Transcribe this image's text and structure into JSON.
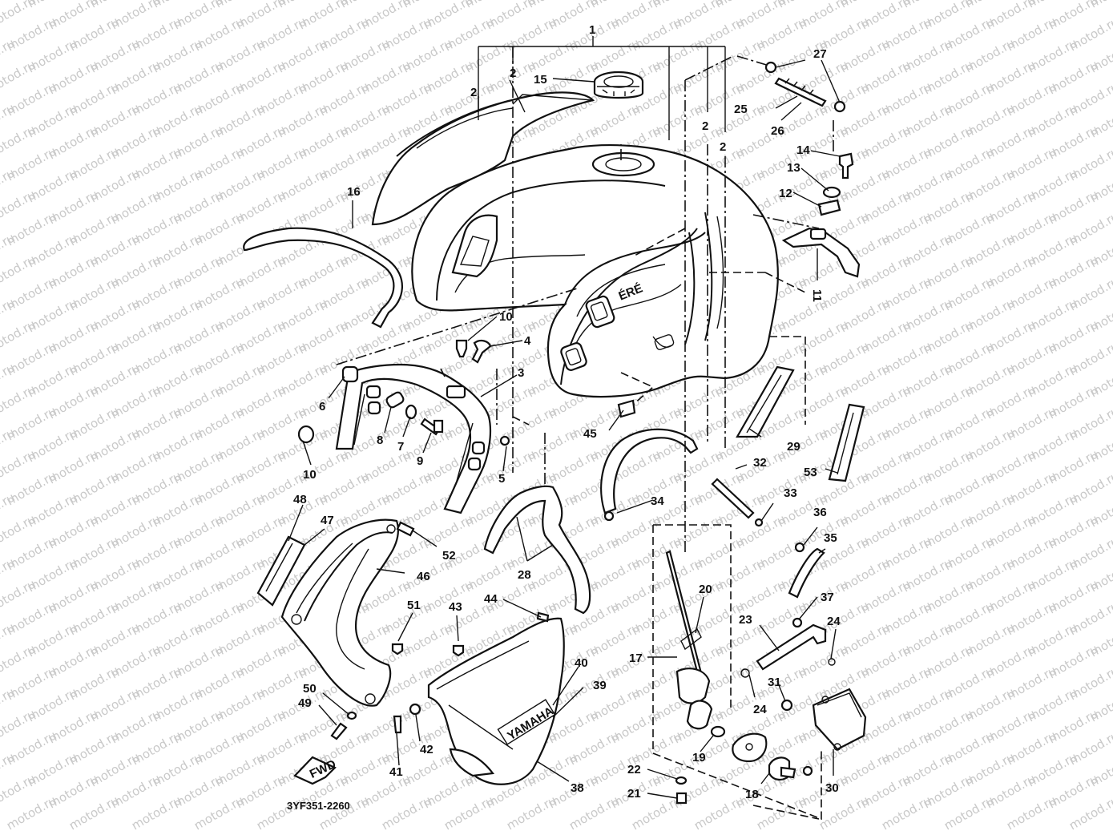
{
  "diagram": {
    "watermark": "motod.ru",
    "figure_code": "3YF351-2260",
    "fwd_label": "FWD",
    "brand_text": "YAMAHA",
    "tank_text": "ÉRÉ",
    "callouts": [
      "1",
      "2",
      "2",
      "2",
      "2",
      "3",
      "4",
      "5",
      "6",
      "7",
      "8",
      "9",
      "10",
      "10",
      "11",
      "12",
      "13",
      "14",
      "15",
      "16",
      "17",
      "18",
      "19",
      "20",
      "21",
      "22",
      "23",
      "24",
      "24",
      "25",
      "26",
      "27",
      "28",
      "29",
      "30",
      "31",
      "32",
      "33",
      "34",
      "35",
      "36",
      "37",
      "38",
      "39",
      "40",
      "41",
      "42",
      "43",
      "44",
      "45",
      "46",
      "47",
      "48",
      "49",
      "50",
      "51",
      "52",
      "53"
    ]
  }
}
